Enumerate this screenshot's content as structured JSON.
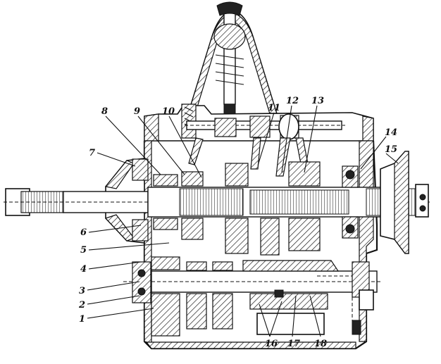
{
  "diagram": {
    "callouts": [
      "1",
      "2",
      "3",
      "4",
      "5",
      "6",
      "7",
      "8",
      "9",
      "10",
      "11",
      "12",
      "13",
      "14",
      "15",
      "16",
      "17",
      "18"
    ]
  }
}
